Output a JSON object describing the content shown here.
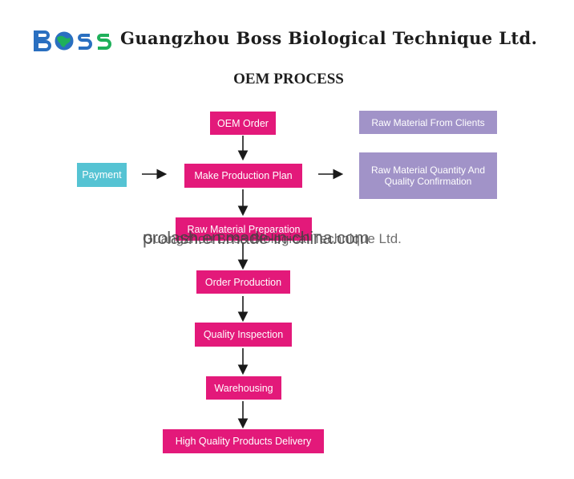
{
  "header": {
    "logo_text": "BOSS",
    "company_name": "Guangzhou Boss Biological Technique Ltd."
  },
  "diagram": {
    "title": "OEM PROCESS",
    "nodes": {
      "oem_order": "OEM Order",
      "make_production_plan": "Make Production Plan",
      "raw_material_preparation": "Raw Material Preparation",
      "order_production": "Order Production",
      "quality_inspection": "Quality Inspection",
      "warehousing": "Warehousing",
      "delivery": "High Quality Products Delivery",
      "payment": "Payment",
      "raw_material_from_clients": "Raw Material From Clients",
      "quantity_confirmation": "Raw Material Quantity And Quality Confirmation"
    },
    "colors": {
      "process": "#e3197a",
      "client_side": "#a193c8",
      "payment": "#55c3d3",
      "logo_blue": "#2a6fc0",
      "logo_green": "#1fb05a"
    }
  },
  "watermarks": {
    "primary": "prolash.en.made-in-china.com",
    "secondary": "Guangzhou Boss Biological Technique Ltd."
  }
}
